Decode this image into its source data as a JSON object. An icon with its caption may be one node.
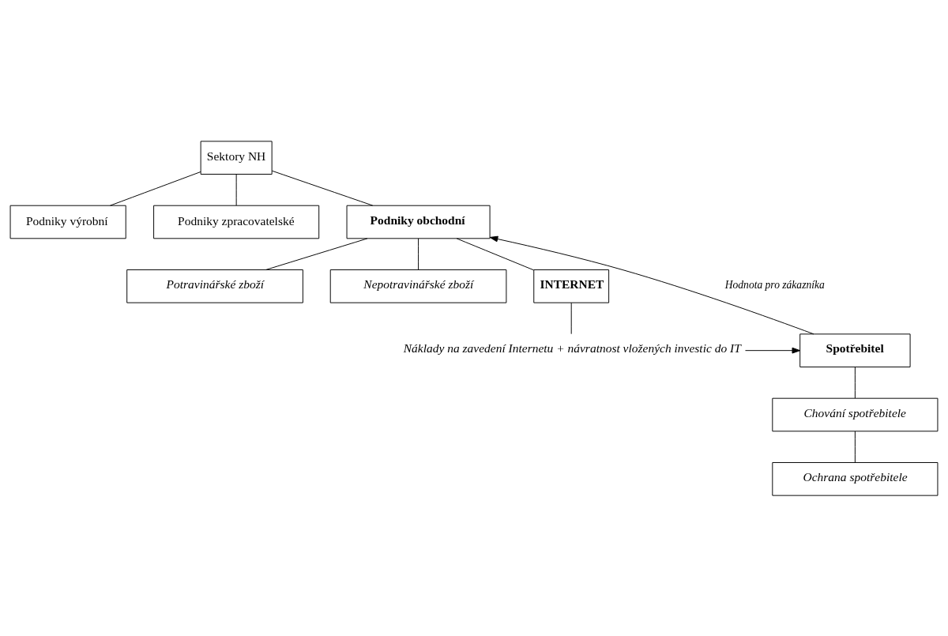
{
  "diagram": {
    "nodes": [
      {
        "text": [
          "Sektory NH"
        ]
      },
      {
        "text": [
          "Podniky výrobní"
        ]
      },
      {
        "text": [
          "Podniky zpracovatelské"
        ]
      },
      {
        "text": [
          "Podniky obchodní"
        ]
      },
      {
        "text": [
          "Potravinářské zboží"
        ]
      },
      {
        "text": [
          "Nepotravinářské zboží"
        ]
      },
      {
        "text": [
          "INTERNET"
        ]
      },
      {
        "text": [
          "Spotřebitel"
        ]
      },
      {
        "text": [
          "Náklady na zavedení Internetu + návratnost vložených investic do IT"
        ]
      },
      {
        "text": [
          "Chování spotřebitele"
        ]
      },
      {
        "text": [
          "Ochrana spotřebitele"
        ]
      }
    ],
    "edges": [
      {
        "from": 0,
        "to": 1,
        "arrow": "none"
      },
      {
        "from": 0,
        "to": 2,
        "arrow": "none"
      },
      {
        "from": 0,
        "to": 3,
        "arrow": "none"
      },
      {
        "from": 3,
        "to": 4,
        "arrow": "none"
      },
      {
        "from": 3,
        "to": 5,
        "arrow": "none"
      },
      {
        "from": 3,
        "to": 6,
        "arrow": "none"
      },
      {
        "from": 6,
        "to": 8,
        "arrow": "none"
      },
      {
        "from": 8,
        "to": 7,
        "arrow": "to"
      },
      {
        "from": 7,
        "to": 3,
        "arrow": "to",
        "label": "Hodnota pro zákazníka"
      },
      {
        "from": 7,
        "to": 9,
        "arrow": "none"
      },
      {
        "from": 9,
        "to": 10,
        "arrow": "none"
      }
    ]
  }
}
